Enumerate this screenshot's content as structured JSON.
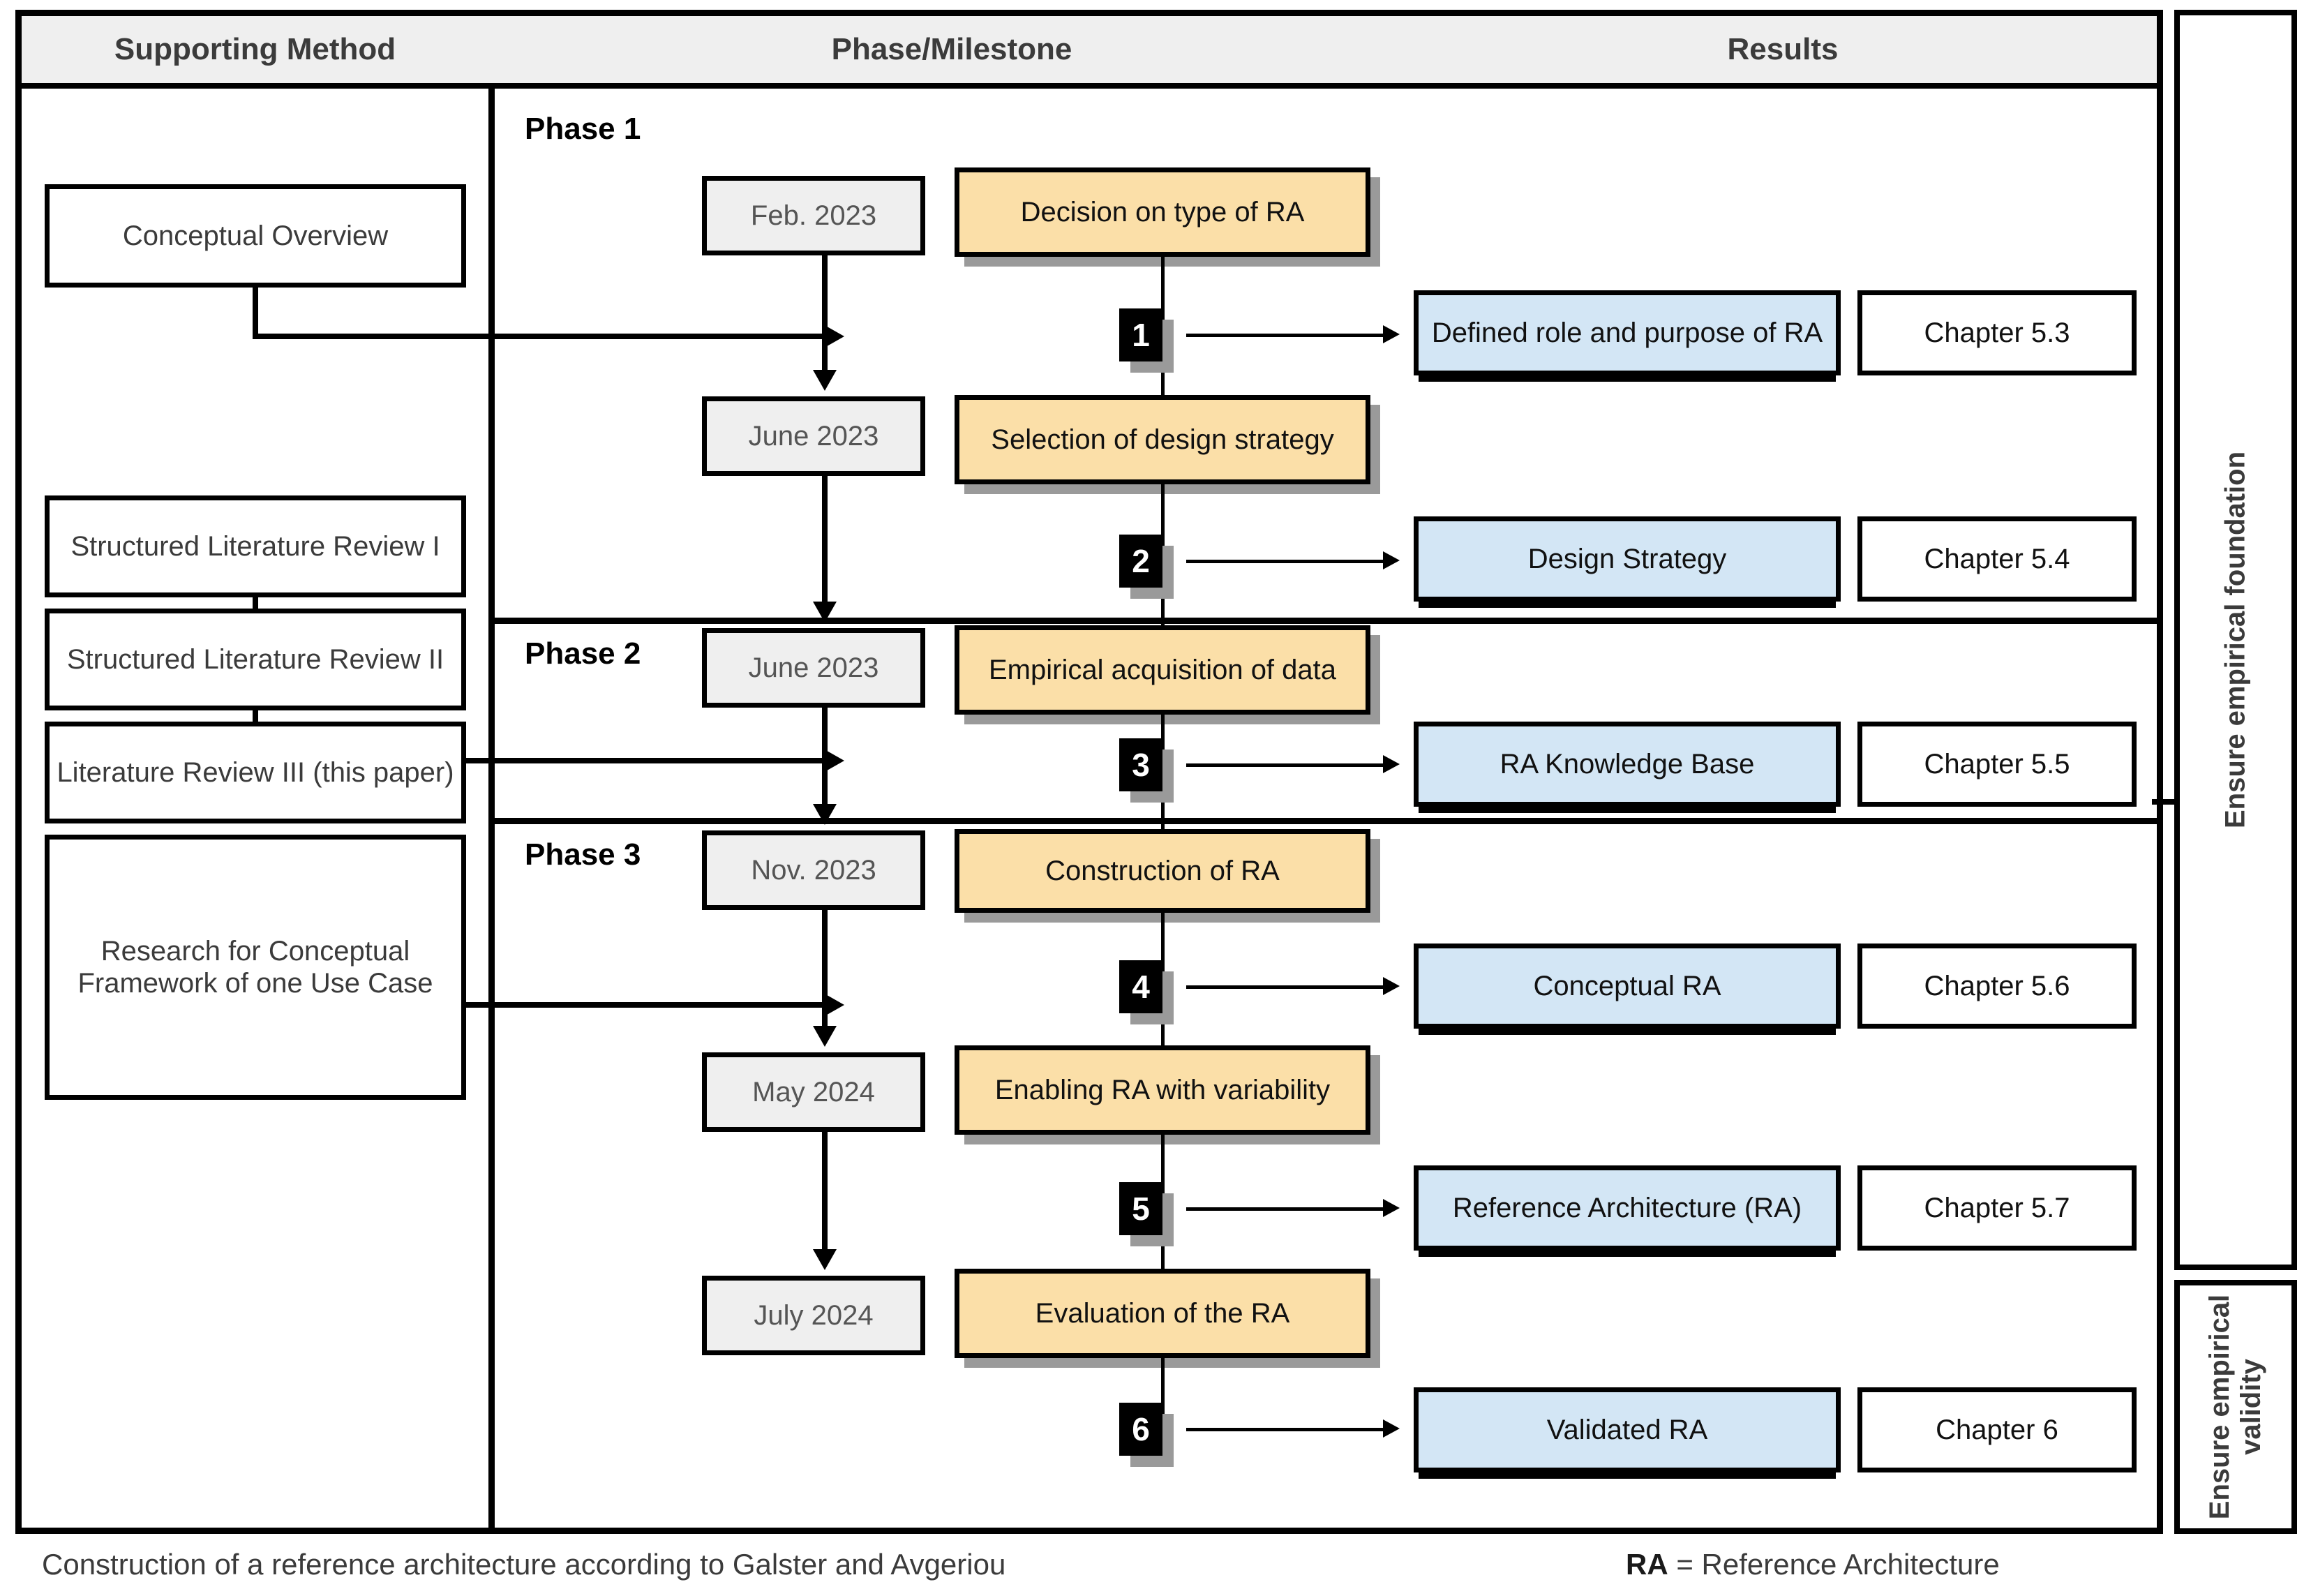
{
  "header": {
    "col_supporting_method": "Supporting Method",
    "col_phase_milestone": "Phase/Milestone",
    "col_results": "Results"
  },
  "side_bands": {
    "foundation": "Ensure empirical foundation",
    "validity": "Ensure empirical validity"
  },
  "phases": {
    "phase1": "Phase 1",
    "phase2": "Phase 2",
    "phase3": "Phase 3"
  },
  "supporting_methods": [
    {
      "label": "Conceptual Overview"
    },
    {
      "label": "Structured Literature Review I"
    },
    {
      "label": "Structured Literature Review II"
    },
    {
      "label": "Literature Review III (this paper)"
    },
    {
      "label": "Research for Conceptual Framework of one Use Case"
    }
  ],
  "timeline": [
    {
      "date": "Feb. 2023",
      "milestone": "Decision on type of RA",
      "number": "1",
      "result": "Defined role and purpose of RA",
      "chapter": "Chapter 5.3"
    },
    {
      "date": "June 2023",
      "milestone": "Selection of design strategy",
      "number": "2",
      "result": "Design Strategy",
      "chapter": "Chapter 5.4"
    },
    {
      "date": "June 2023",
      "milestone": "Empirical acquisition of data",
      "number": "3",
      "result": "RA Knowledge Base",
      "chapter": "Chapter 5.5"
    },
    {
      "date": "Nov. 2023",
      "milestone": "Construction of RA",
      "number": "4",
      "result": "Conceptual RA",
      "chapter": "Chapter 5.6"
    },
    {
      "date": "May 2024",
      "milestone": "Enabling RA with variability",
      "number": "5",
      "result": "Reference Architecture (RA)",
      "chapter": "Chapter 5.7"
    },
    {
      "date": "July 2024",
      "milestone": "Evaluation of the RA",
      "number": "6",
      "result": "Validated RA",
      "chapter": "Chapter 6"
    }
  ],
  "footer": {
    "caption": "Construction of a reference architecture according to Galster and Avgeriou",
    "legend_key": "RA",
    "legend_value": " = Reference Architecture"
  },
  "colors": {
    "milestone_fill": "#fbdfa8",
    "result_fill": "#d3e6f5",
    "date_fill": "#efefef",
    "header_fill": "#efefef",
    "shadow": "#9a9a9a",
    "stroke": "#000000"
  },
  "chart_data": {
    "type": "table",
    "title": "Construction of a reference architecture according to Galster and Avgeriou",
    "columns": [
      "Supporting Method",
      "Phase/Milestone",
      "Results"
    ],
    "rows": [
      {
        "phase": "Phase 1",
        "date": "Feb. 2023",
        "milestone": "Decision on type of RA",
        "number": 1,
        "result": "Defined role and purpose of RA",
        "chapter": "Chapter 5.3"
      },
      {
        "phase": "Phase 1",
        "date": "June 2023",
        "milestone": "Selection of design strategy",
        "number": 2,
        "result": "Design Strategy",
        "chapter": "Chapter 5.4"
      },
      {
        "phase": "Phase 2",
        "date": "June 2023",
        "milestone": "Empirical acquisition of data",
        "number": 3,
        "result": "RA Knowledge Base",
        "chapter": "Chapter 5.5"
      },
      {
        "phase": "Phase 3",
        "date": "Nov. 2023",
        "milestone": "Construction of RA",
        "number": 4,
        "result": "Conceptual RA",
        "chapter": "Chapter 5.6"
      },
      {
        "phase": "Phase 3",
        "date": "May 2024",
        "milestone": "Enabling RA with variability",
        "number": 5,
        "result": "Reference Architecture (RA)",
        "chapter": "Chapter 5.7"
      },
      {
        "phase": "Phase 3",
        "date": "July 2024",
        "milestone": "Evaluation of the RA",
        "number": 6,
        "result": "Validated RA",
        "chapter": "Chapter 6"
      }
    ]
  }
}
